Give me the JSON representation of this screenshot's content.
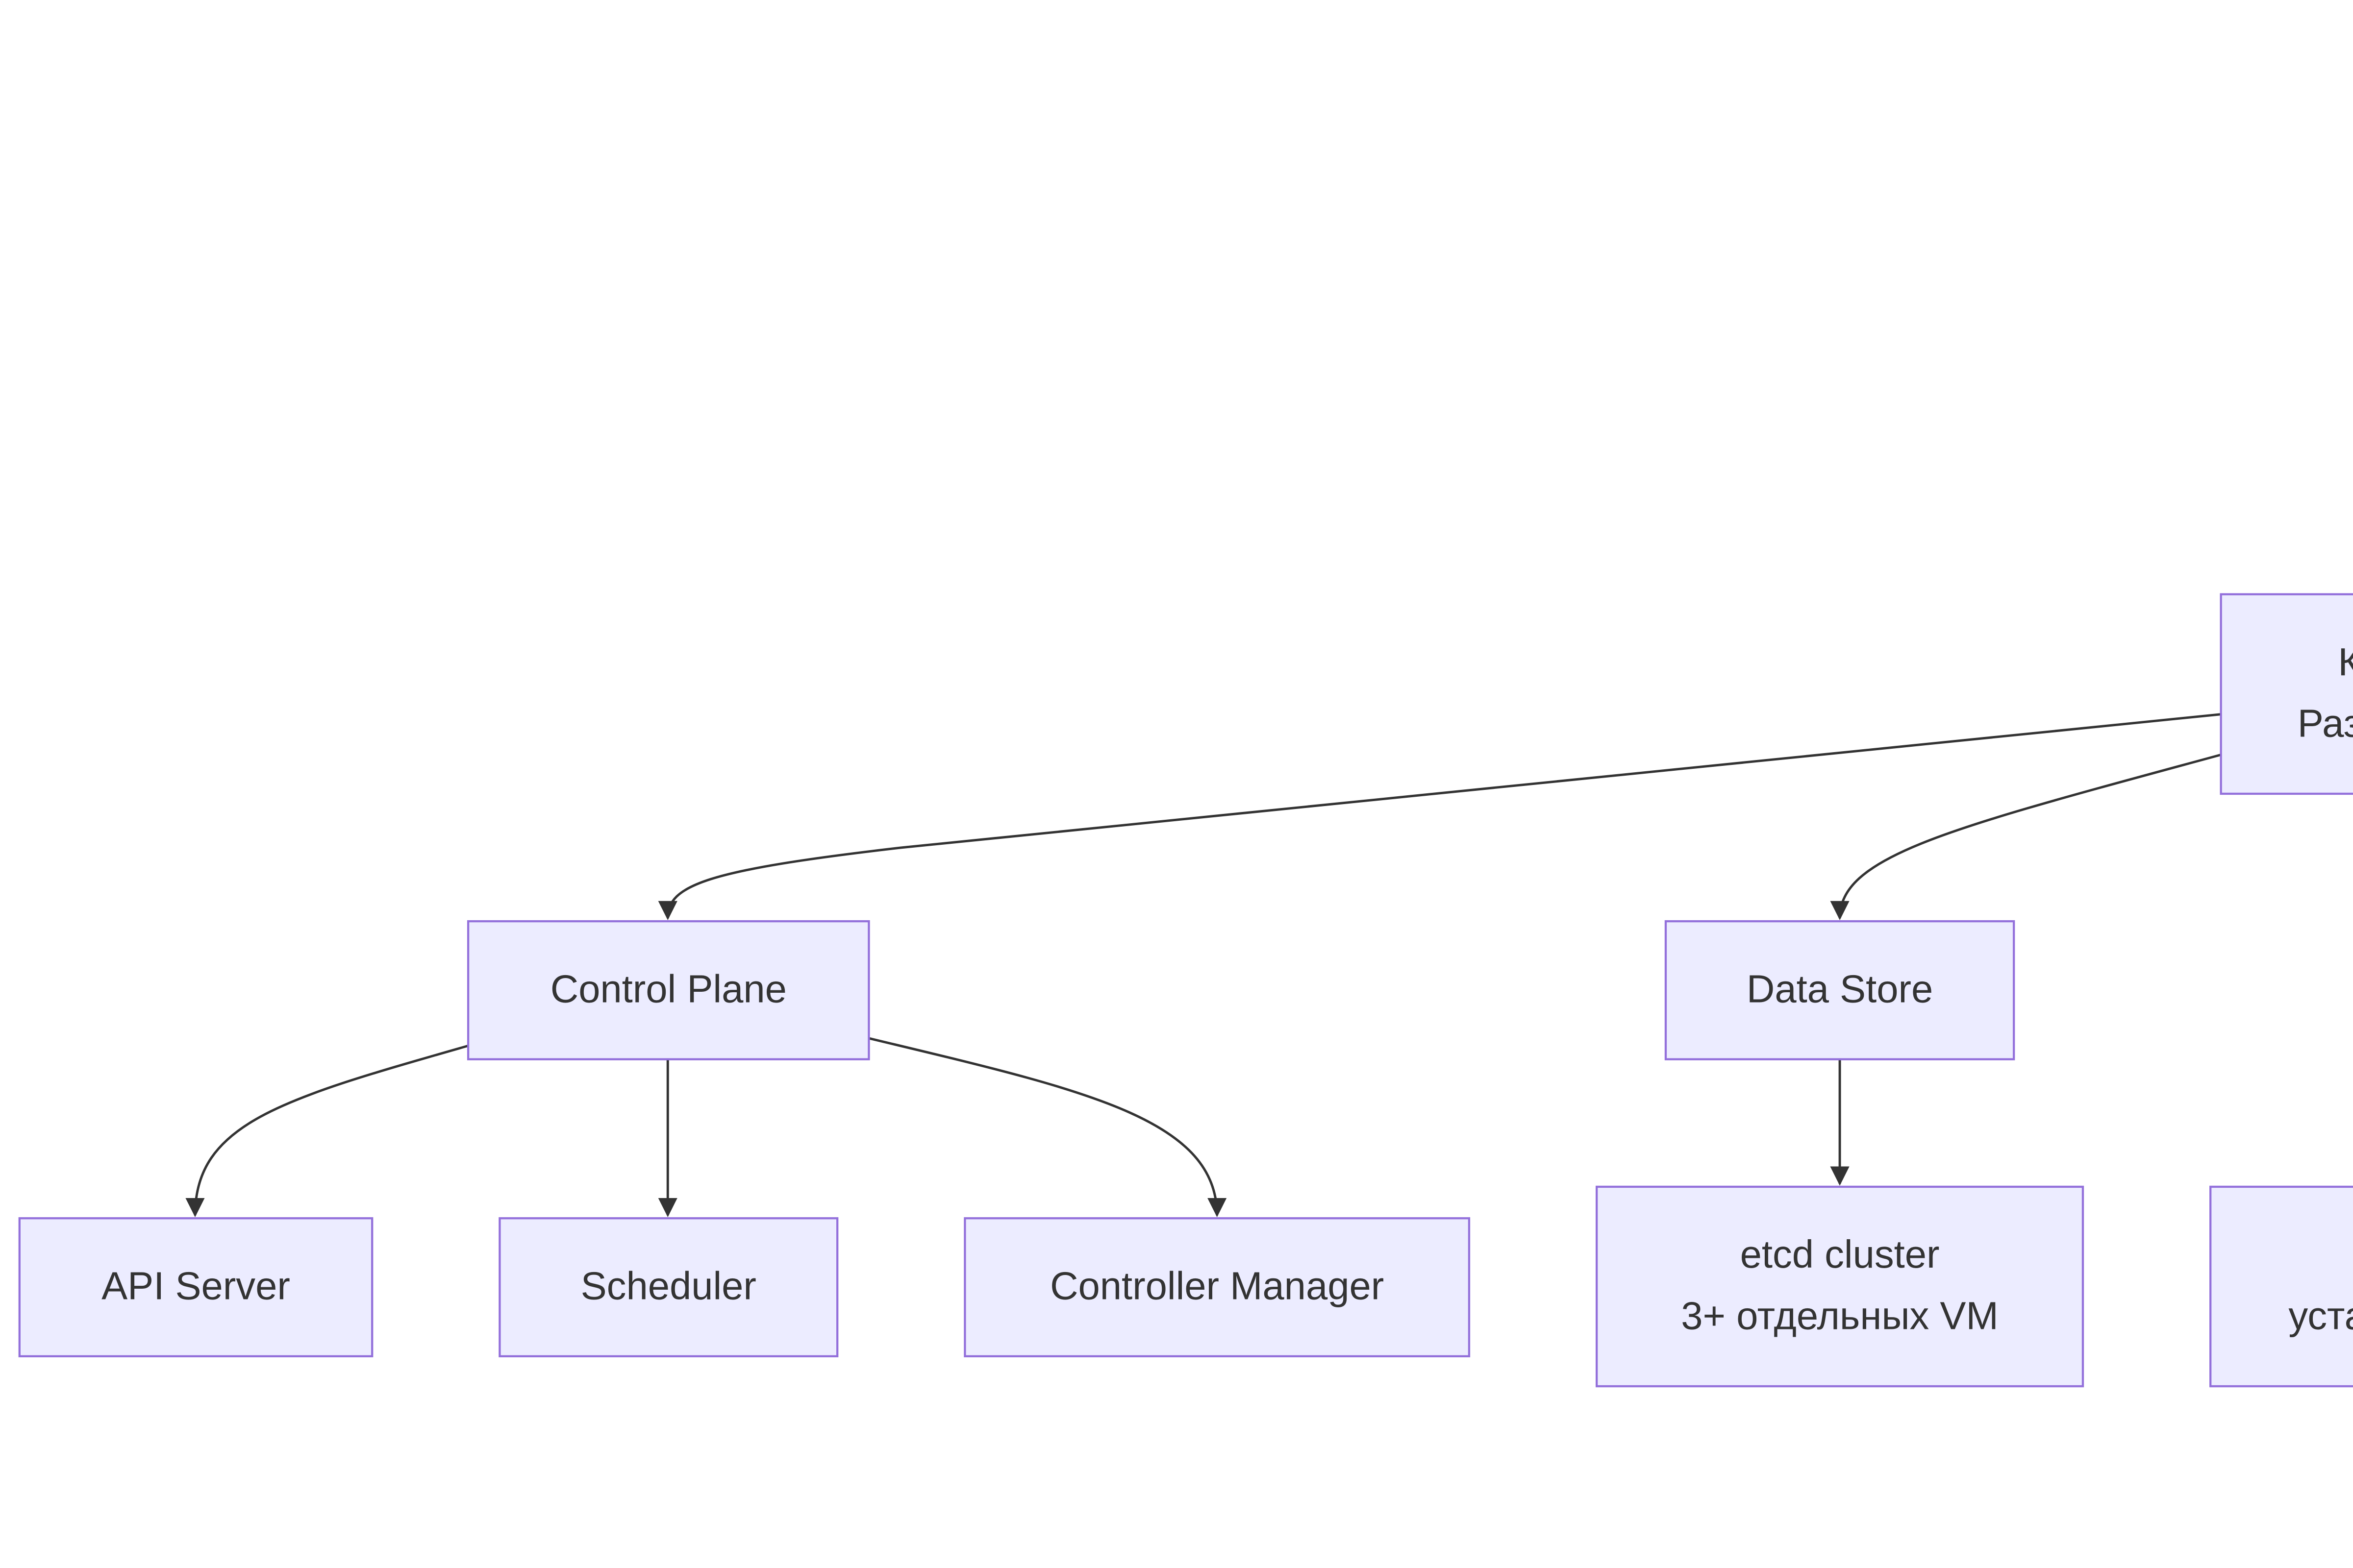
{
  "diagram": {
    "colors": {
      "node_fill": "#ECECFF",
      "node_border": "#9370DB",
      "edge": "#333333",
      "text": "#333333"
    },
    "nodes": {
      "root": {
        "line1": "К",
        "line2": "Раз"
      },
      "control_plane": {
        "label": "Control Plane"
      },
      "data_store": {
        "label": "Data Store"
      },
      "api_server": {
        "label": "API Server"
      },
      "scheduler": {
        "label": "Scheduler"
      },
      "controller_manager": {
        "label": "Controller Manager"
      },
      "etcd": {
        "line1": "etcd cluster",
        "line2": "3+ отдельных VM"
      },
      "right_bottom": {
        "line2": "уста"
      }
    },
    "edges": [
      {
        "from": "root",
        "to": "control_plane"
      },
      {
        "from": "root",
        "to": "data_store"
      },
      {
        "from": "control_plane",
        "to": "api_server"
      },
      {
        "from": "control_plane",
        "to": "scheduler"
      },
      {
        "from": "control_plane",
        "to": "controller_manager"
      },
      {
        "from": "data_store",
        "to": "etcd"
      }
    ]
  }
}
